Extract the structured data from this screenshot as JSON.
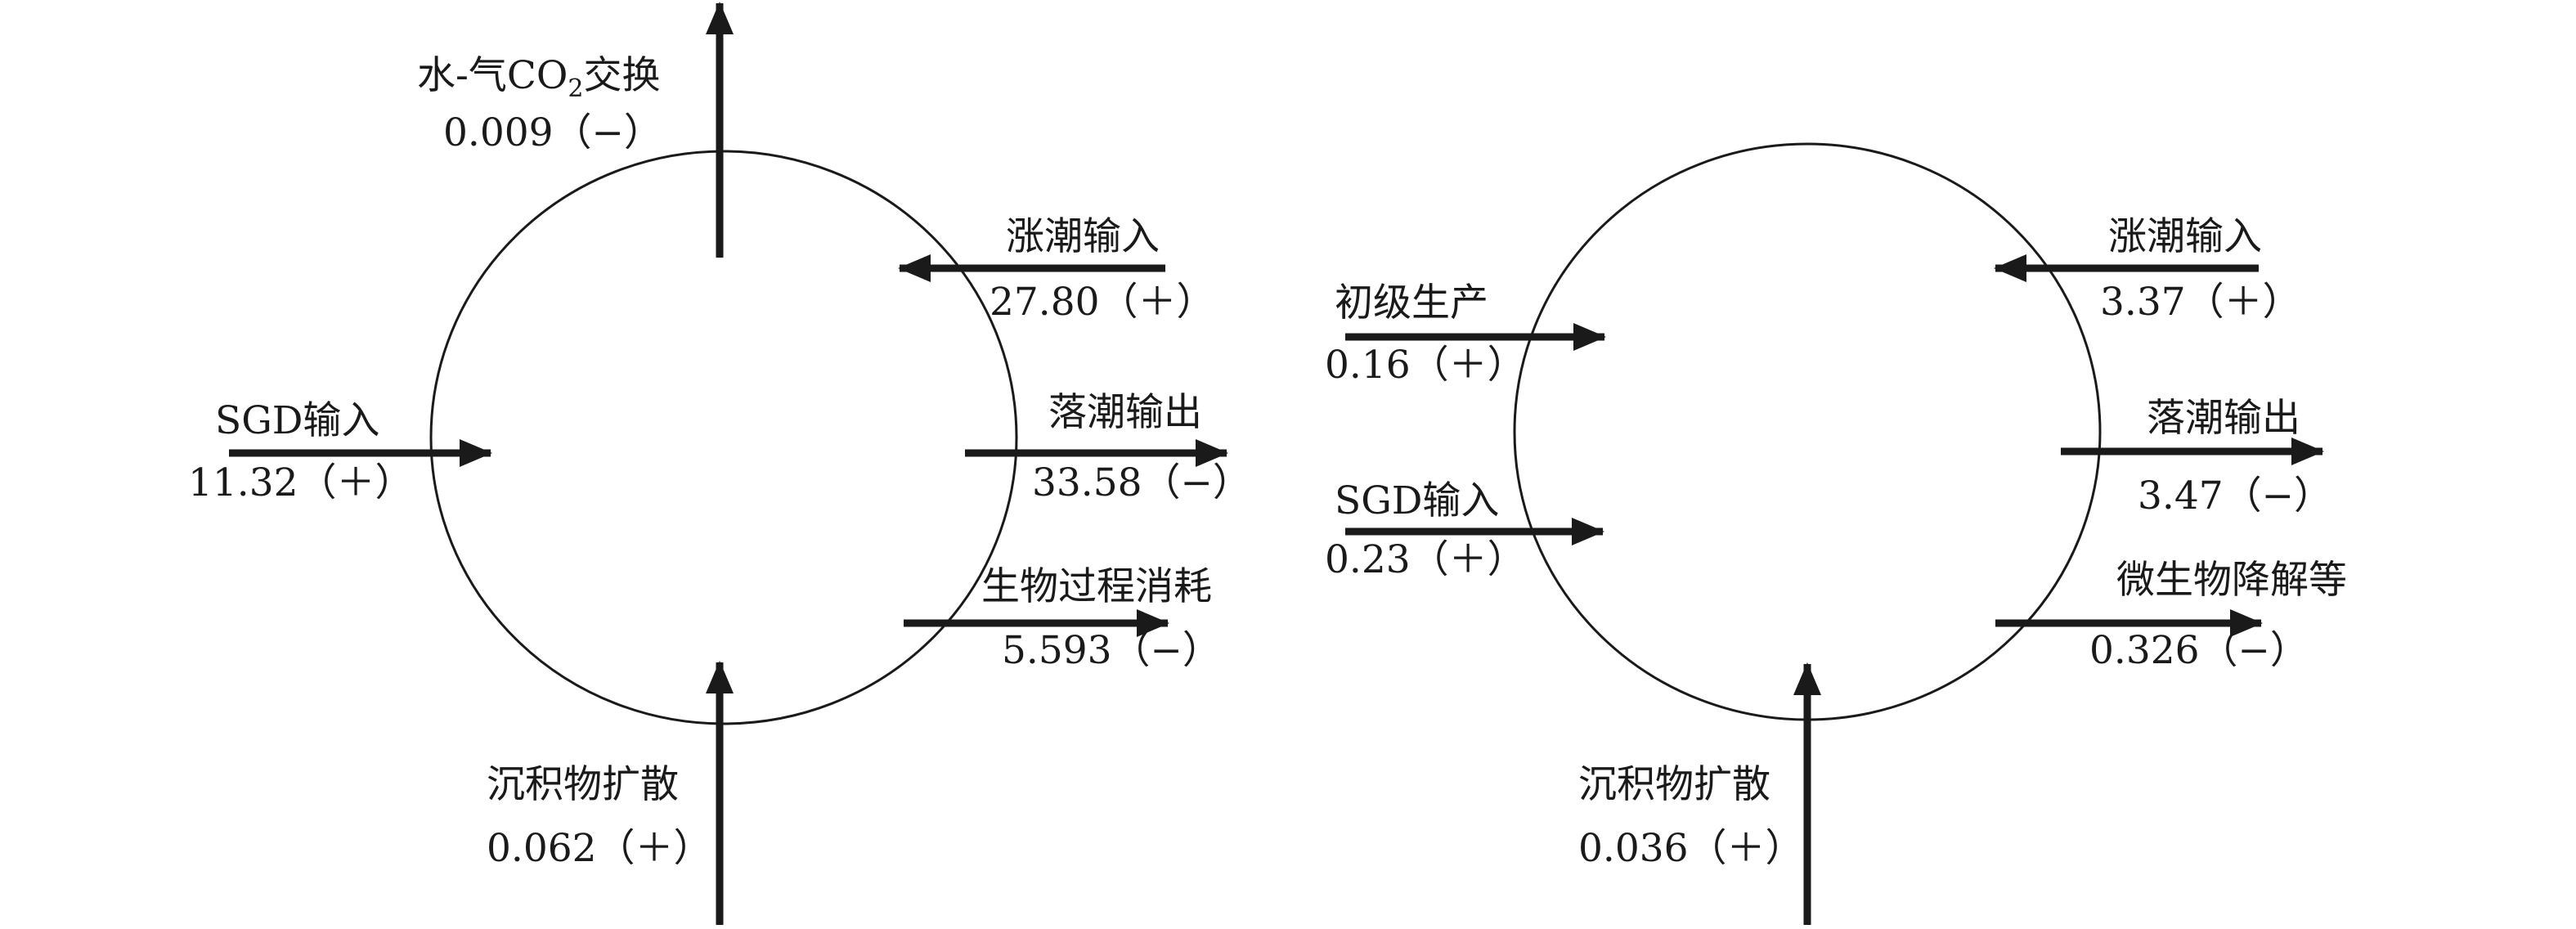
{
  "left": {
    "co2": {
      "name_prefix": "水-气",
      "name_co": "CO",
      "name_sub": "2",
      "name_suffix": "交换",
      "value": "0.009（−）"
    },
    "tide_in": {
      "name": "涨潮输入",
      "value": "27.80（＋）"
    },
    "sgd": {
      "name": "SGD输入",
      "value": "11.32（＋）"
    },
    "tide_out": {
      "name": "落潮输出",
      "value": "33.58（−）"
    },
    "bio": {
      "name": "生物过程消耗",
      "value": "5.593（−）"
    },
    "sediment": {
      "name": "沉积物扩散",
      "value": "0.062（＋）"
    }
  },
  "right": {
    "tide_in": {
      "name": "涨潮输入",
      "value": "3.37（＋）"
    },
    "primary": {
      "name": "初级生产",
      "value": "0.16（＋）"
    },
    "tide_out": {
      "name": "落潮输出",
      "value": "3.47（−）"
    },
    "sgd": {
      "name": "SGD输入",
      "value": "0.23（＋）"
    },
    "microbe": {
      "name": "微生物降解等",
      "value": "0.326（−）"
    },
    "sediment": {
      "name": "沉积物扩散",
      "value": "0.036（＋）"
    }
  },
  "colors": {
    "line": "#1a1a1a",
    "text": "#1a1a1a"
  }
}
